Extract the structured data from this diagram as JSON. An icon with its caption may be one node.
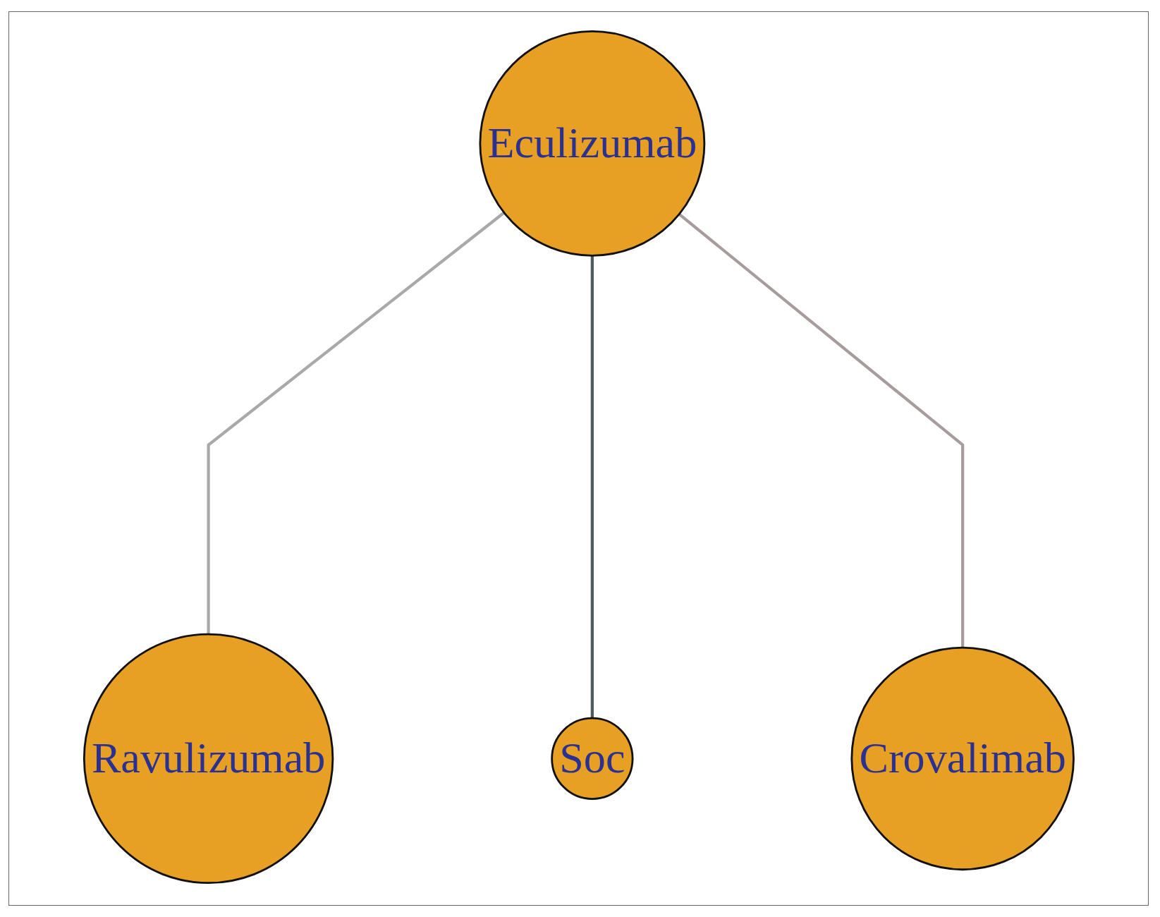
{
  "diagram": {
    "nodes": [
      {
        "text": [
          "Eculizumab"
        ]
      },
      {
        "text": [
          "Ravulizumab"
        ]
      },
      {
        "text": [
          "Crovalimab"
        ]
      },
      {
        "text": [
          "Soc"
        ]
      }
    ],
    "edges": [
      {
        "from": 0,
        "to": 1,
        "arrow": "none",
        "color": "#a9a9a9"
      },
      {
        "from": 0,
        "to": 3,
        "arrow": "none",
        "color": "#4f5a5a"
      },
      {
        "from": 0,
        "to": 2,
        "arrow": "none",
        "color": "#a69c9c"
      }
    ]
  }
}
